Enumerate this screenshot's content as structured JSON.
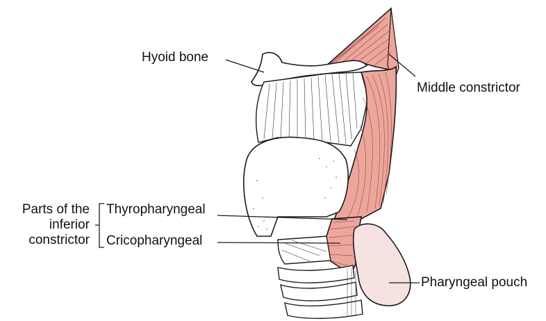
{
  "labels": {
    "hyoid_bone": "Hyoid bone",
    "middle_constrictor": "Middle constrictor",
    "parts_line1": "Parts of the",
    "parts_line2": "inferior",
    "parts_line3": "constrictor",
    "thyropharyngeal": "Thyropharyngeal",
    "cricopharyngeal": "Cricopharyngeal",
    "pharyngeal_pouch": "Pharyngeal pouch"
  },
  "colors": {
    "muscle_fill": "#eea69c",
    "pouch_fill": "#f6e3e1",
    "line": "#1a1a1a",
    "background": "#ffffff"
  }
}
